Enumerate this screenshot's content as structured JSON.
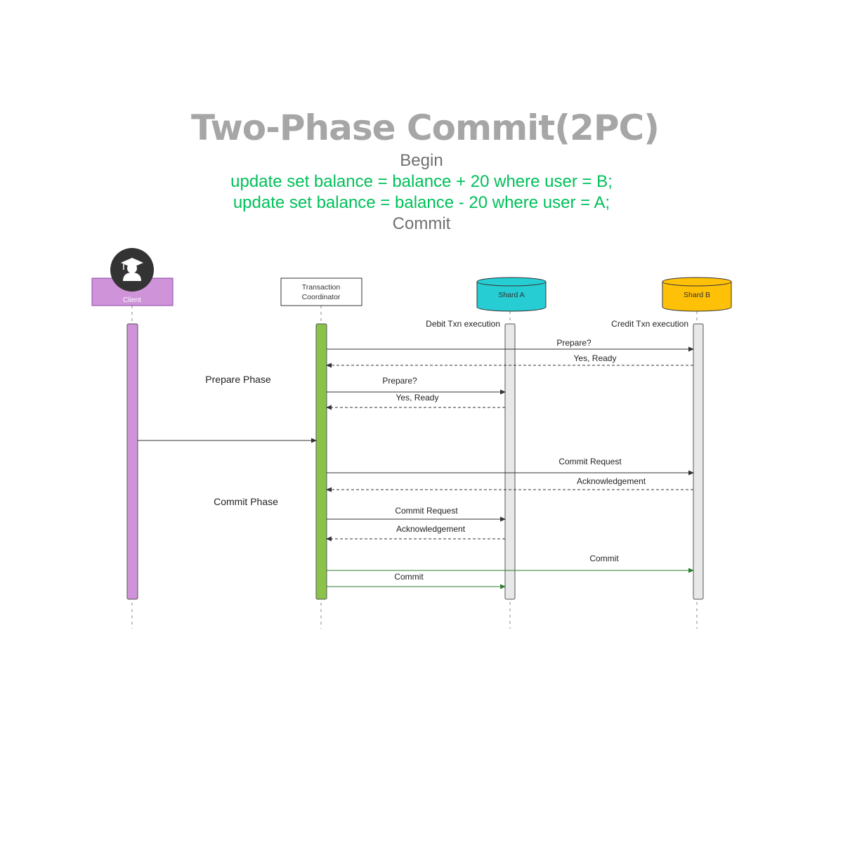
{
  "title": "Two-Phase Commit(2PC)",
  "sql": {
    "begin": "Begin",
    "line1": "update set balance = balance + 20 where user = B;",
    "line2": "update set balance = balance - 20 where user = A;",
    "commit": "Commit"
  },
  "participants": {
    "client": "Client",
    "coordinator_line1": "Transaction",
    "coordinator_line2": "Coordinator",
    "shard_a": "Shard A",
    "shard_b": "Shard B"
  },
  "execution_labels": {
    "debit": "Debit Txn execution",
    "credit": "Credit Txn execution"
  },
  "phases": {
    "prepare": "Prepare Phase",
    "commit": "Commit Phase"
  },
  "messages": {
    "prepare_b": "Prepare?",
    "ready_b": "Yes, Ready",
    "prepare_a": "Prepare?",
    "ready_a": "Yes, Ready",
    "commit_req_b": "Commit Request",
    "ack_b": "Acknowledgement",
    "commit_req_a": "Commit Request",
    "ack_a": "Acknowledgement",
    "commit_b": "Commit",
    "commit_a": "Commit"
  },
  "colors": {
    "client": "#ce93d8",
    "coordinator_bar": "#8bc34a",
    "shard_a": "#26cdd3",
    "shard_b": "#ffc107",
    "commit_arrow": "#2e7d32",
    "title": "#a6a6a6",
    "sql_green": "#00c05a"
  },
  "icons": {
    "client_avatar": "graduate-user-icon"
  }
}
